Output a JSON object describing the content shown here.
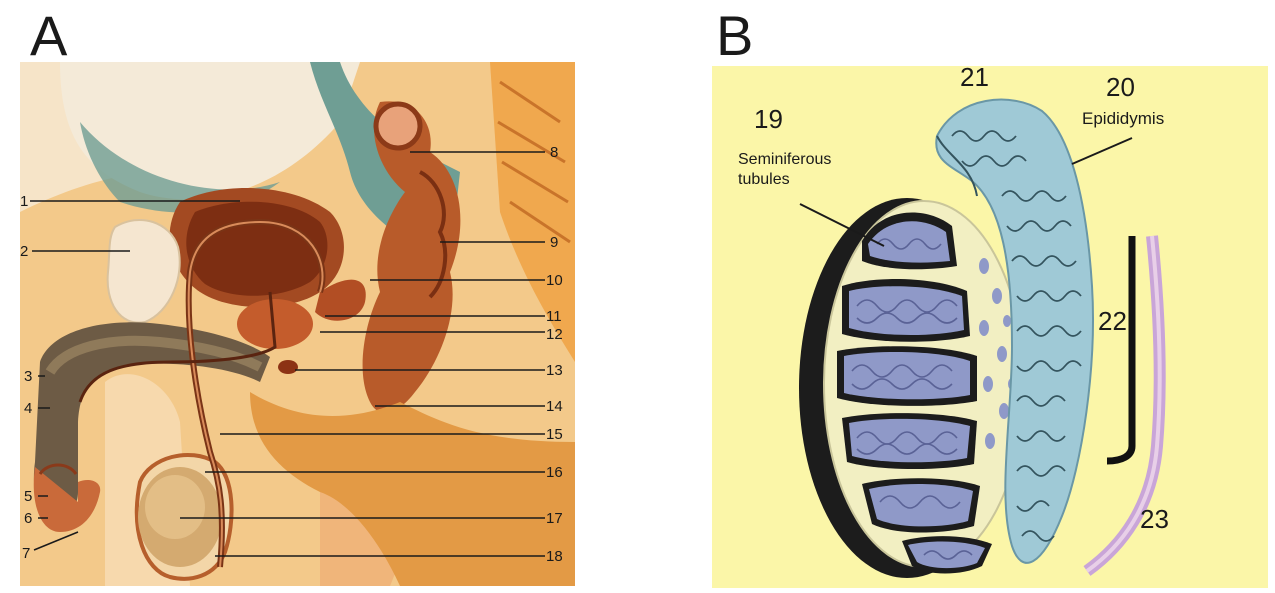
{
  "panels": {
    "a": {
      "letter": "A",
      "numbers": [
        "1",
        "2",
        "3",
        "4",
        "5",
        "6",
        "7",
        "8",
        "9",
        "10",
        "11",
        "12",
        "13",
        "14",
        "15",
        "16",
        "17",
        "18"
      ]
    },
    "b": {
      "letter": "B",
      "numbers": {
        "n19": "19",
        "n20": "20",
        "n21": "21",
        "n22": "22",
        "n23": "23"
      },
      "labels": {
        "seminiferous_line1": "Seminiferous",
        "seminiferous_line2": "tubules",
        "epididymis": "Epididymis"
      }
    }
  },
  "colors": {
    "panel_b_background": "#fbf6a8",
    "tubule_fill": "#8f99c8",
    "epididymis_fill": "#9fc9d6",
    "testis_fill": "#f2efc2",
    "tissue_orange": "#e39a45",
    "tissue_red": "#a34a22",
    "teal": "#6f9e94"
  }
}
